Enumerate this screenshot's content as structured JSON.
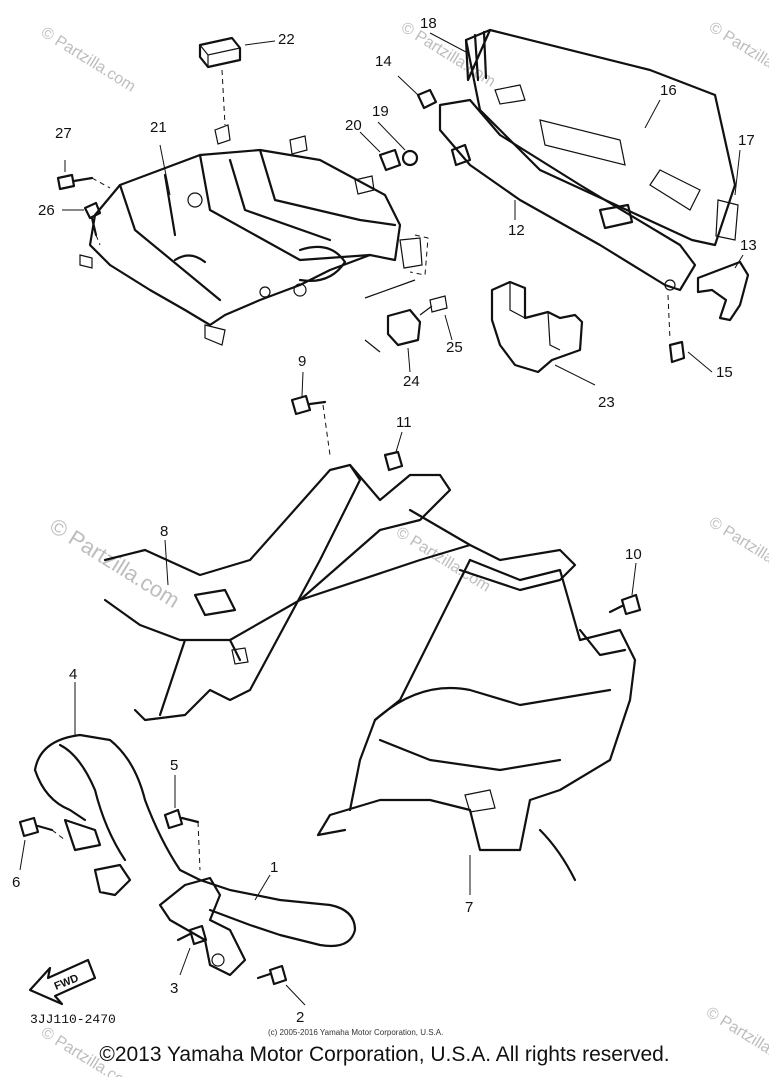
{
  "watermark": {
    "text": "© Partzilla.com",
    "color": "#bdbdbd"
  },
  "diagram_code": "3JJ110-2470",
  "fwd_label": "FWD",
  "small_copyright": "(c) 2005-2016 Yamaha Motor Corporation, U.S.A.",
  "footer_copyright": "©2013 Yamaha Motor Corporation, U.S.A. All rights reserved.",
  "parts": {
    "p1": "1",
    "p2": "2",
    "p3": "3",
    "p4": "4",
    "p5": "5",
    "p6": "6",
    "p7": "7",
    "p8": "8",
    "p9": "9",
    "p10": "10",
    "p11": "11",
    "p12": "12",
    "p13": "13",
    "p14": "14",
    "p15": "15",
    "p16": "16",
    "p17": "17",
    "p18": "18",
    "p19": "19",
    "p20": "20",
    "p21": "21",
    "p22": "22",
    "p23": "23",
    "p24": "24",
    "p25": "25",
    "p26": "26",
    "p27": "27"
  }
}
